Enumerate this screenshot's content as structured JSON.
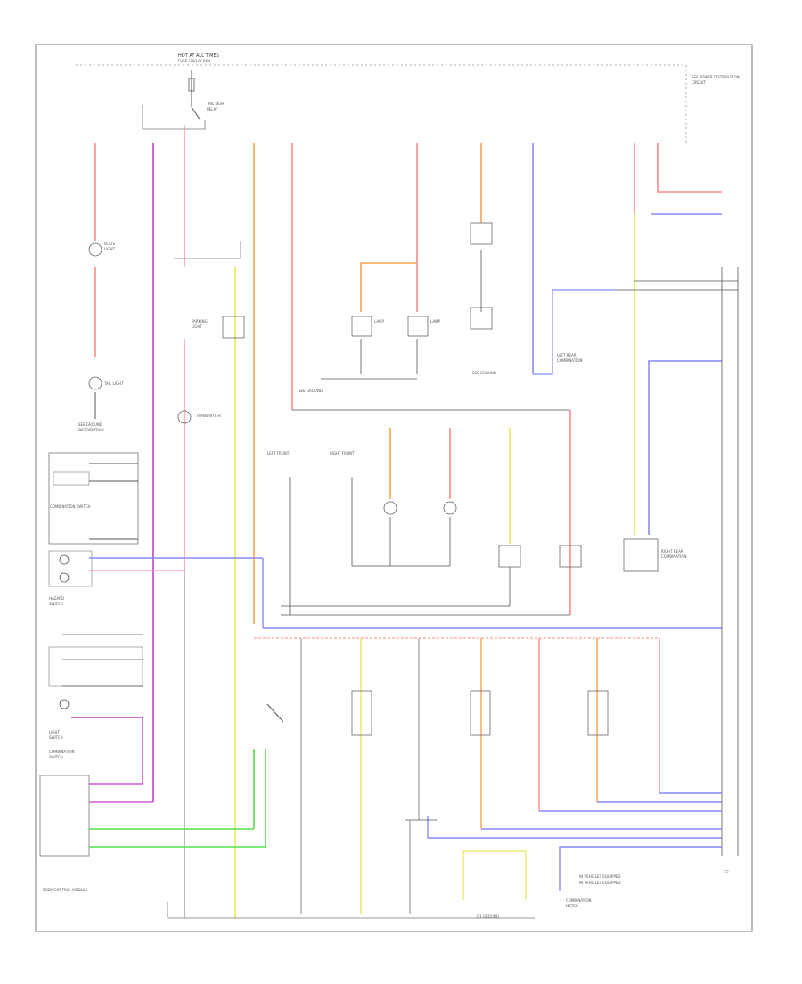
{
  "diagram": {
    "footer_code": "",
    "colors": {
      "red": "#ff8a8a",
      "pink": "#ff9aa8",
      "orange": "#ffa44d",
      "purple": "#c43ccc",
      "blue": "#6f6ff2",
      "light_blue": "#a6a6f8",
      "green": "#55dd4a",
      "yellow": "#e8e858",
      "dark": "#555555",
      "grey": "#8a8a8a"
    },
    "labels": {
      "top_fuse": "HOT AT ALL TIMES",
      "fuse_box": "FUSE / RELAY BOX",
      "top_right_note": "SEE POWER DISTRIBUTION",
      "body_control": "BODY CONTROL MODULE",
      "dimmer_switch": "COMBINATION SWITCH",
      "ground_main": "G1 GROUND",
      "ground_right": "G2"
    }
  }
}
